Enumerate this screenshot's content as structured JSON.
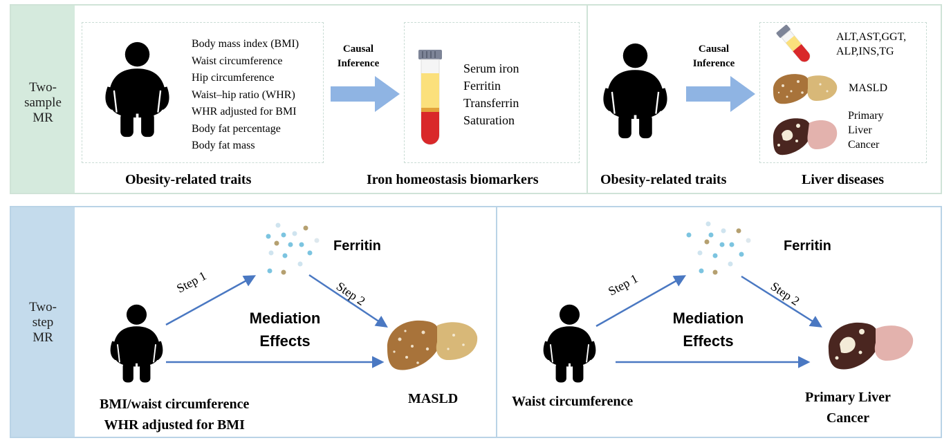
{
  "top": {
    "side_label": [
      "Two-",
      "sample",
      "MR"
    ],
    "obesity_traits": [
      "Body mass index (BMI)",
      "Waist circumference",
      "Hip circumference",
      "Waist–hip ratio (WHR)",
      "WHR adjusted for BMI",
      "Body fat percentage",
      "Body fat mass"
    ],
    "causal_label": [
      "Causal",
      "Inference"
    ],
    "iron_biomarkers": [
      "Serum iron",
      "Ferritin",
      "Transferrin",
      "Saturation"
    ],
    "left_caption": "Obesity-related traits",
    "mid_caption": "Iron homeostasis biomarkers",
    "right_trait_caption": "Obesity-related traits",
    "right_disease_caption": "Liver diseases",
    "liver_tests": [
      "ALT,AST,GGT,",
      "ALP,INS,TG"
    ],
    "masld": "MASLD",
    "cancer": [
      "Primary",
      "Liver",
      "Cancer"
    ]
  },
  "bottom": {
    "side_label": [
      "Two-",
      "step",
      "MR"
    ],
    "left": {
      "mediator": "Ferritin",
      "step1": "Step 1",
      "step2": "Step 2",
      "mediation": [
        "Mediation",
        "Effects"
      ],
      "exposure": [
        "BMI/waist circumference",
        "WHR adjusted for BMI"
      ],
      "outcome": "MASLD"
    },
    "right": {
      "mediator": "Ferritin",
      "step1": "Step 1",
      "step2": "Step 2",
      "mediation": [
        "Mediation",
        "Effects"
      ],
      "exposure": "Waist circumference",
      "outcome": [
        "Primary Liver",
        "Cancer"
      ]
    }
  },
  "colors": {
    "arrow_blue": "#8fb4e3",
    "line_blue": "#4a78c2",
    "top_border": "#cfe3d7",
    "bottom_border": "#b9d3e6",
    "masld_liver": "#a8733a",
    "cancer_liver": "#4a2620"
  },
  "icons": [
    "person-silhouette-icon",
    "blood-tube-icon",
    "liver-icon",
    "ferritin-dots-icon"
  ]
}
